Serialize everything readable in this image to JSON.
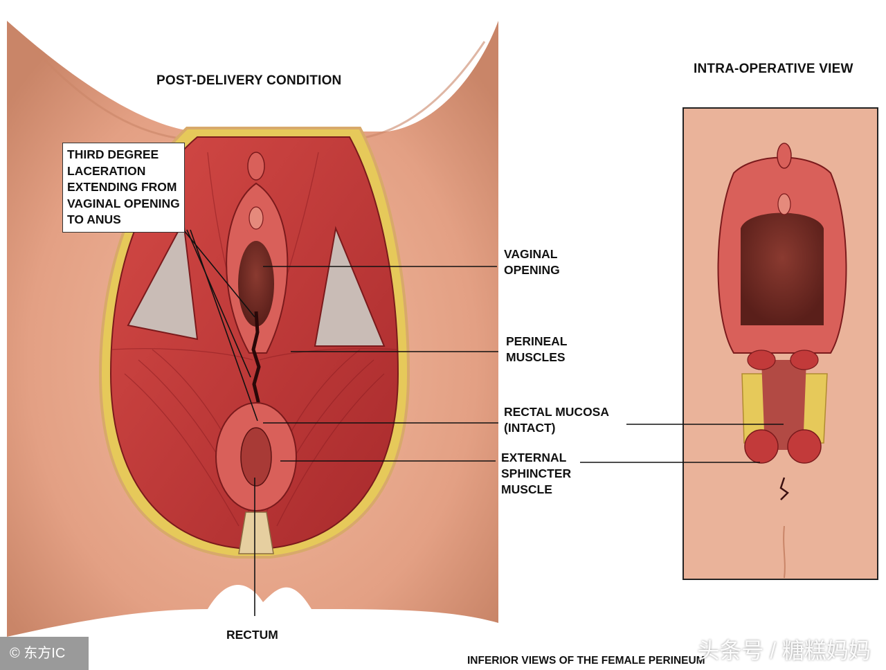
{
  "titles": {
    "left": "POST-DELIVERY CONDITION",
    "right": "INTRA-OPERATIVE VIEW",
    "footer": "INFERIOR VIEWS OF THE FEMALE PERINEUM"
  },
  "callout_box": "THIRD DEGREE\nLACERATION\nEXTENDING FROM\nVAGINAL OPENING\nTO ANUS",
  "labels": {
    "vaginal_opening": "VAGINAL\nOPENING",
    "perineal_muscles": "PERINEAL\nMUSCLES",
    "rectal_mucosa": "RECTAL MUCOSA\n(INTACT)",
    "external_sphincter": "EXTERNAL\nSPHINCTER\nMUSCLE",
    "rectum": "RECTUM"
  },
  "watermarks": {
    "left": "© 东方IC",
    "right": "头条号 / 糖糕妈妈"
  },
  "colors": {
    "skin": "#e9a98c",
    "skin_shadow": "#c9826a",
    "muscle": "#c8383a",
    "muscle_dark": "#8e1e22",
    "fat": "#e6c95a",
    "mucosa": "#b24a44",
    "membrane": "#c9bcb6"
  }
}
